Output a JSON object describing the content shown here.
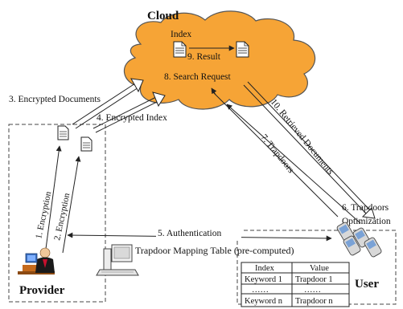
{
  "cloud": {
    "title": "Cloud",
    "index_label": "Index",
    "result_label": "9. Result",
    "search_request_label": "8. Search Request"
  },
  "flows": {
    "encrypted_documents": "3. Encrypted Documents",
    "encrypted_index": "4. Encrypted Index",
    "retrieved_documents": "10. Retrieved Documents",
    "trapdoors": "7. Trapdoors",
    "encryption_1": "1. Encryption",
    "encryption_2": "2. Encryption",
    "authentication": "5. Authentication",
    "trapdoors_optimization_line1": "6. Trapdoors",
    "trapdoors_optimization_line2": "Optimization"
  },
  "provider": {
    "label": "Provider"
  },
  "user": {
    "label": "User"
  },
  "mapping_table": {
    "title": "Trapdoor Mapping Table (pre-computed)",
    "headers": [
      "Index",
      "Value"
    ],
    "rows": [
      [
        "Keyword 1",
        "Trapdoor 1"
      ],
      [
        "……",
        "……"
      ],
      [
        "Keyword n",
        "Trapdoor n"
      ]
    ]
  },
  "colors": {
    "cloud_fill": "#f6a436",
    "cloud_stroke": "#444444",
    "arrow": "#222222",
    "dashed_box": "#444444"
  }
}
